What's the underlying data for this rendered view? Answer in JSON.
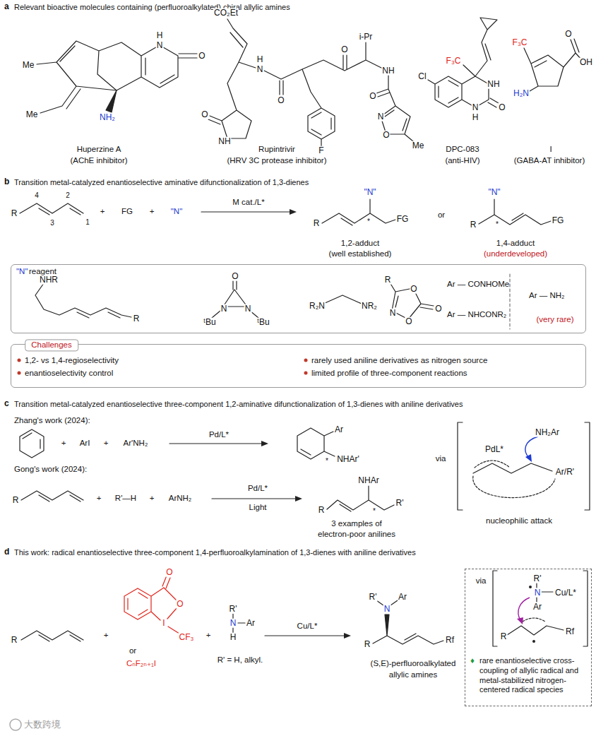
{
  "diagram": {
    "nodes": [
      {
        "text": [
          "\"N\"",
          "reagent",
          "NHR",
          "R",
          "O",
          "ᵗBu",
          "N",
          "N",
          "ᵗBu",
          "R₂N",
          "NR₂",
          "R",
          "O",
          "O",
          "N",
          "O",
          "Ar — CONHOMe",
          "Ar — NHCONR₂",
          "Ar — NH₂",
          "(very rare)"
        ]
      },
      {
        "text": [
          "Challenges",
          "1,2- vs 1,4-regioselectivity",
          "enantioselectivity control",
          "rarely used aniline derivatives as nitrogen source",
          "limited profile of three-component reactions"
        ]
      },
      {
        "text": [
          "via",
          "R'",
          "N",
          "Cu/L*",
          "Ar",
          "R",
          "Rf",
          "♦",
          "rare enantioselective cross-coupling of allylic radical and metal-stabilized nitrogen-centered radical species"
        ]
      }
    ],
    "labels": [
      "a",
      "Relevant bioactive molecules  containing (perfluoroalkylated) chiral allylic amines",
      "Me",
      "H",
      "N",
      "O",
      "Me",
      "NH₂",
      "Huperzine A",
      "(AChE inhibitor)",
      "CO₂Et",
      "H",
      "N",
      "O",
      "O",
      "i-Pr",
      "NH",
      "O",
      "N",
      "O",
      "Me",
      "O",
      "NH",
      "F",
      "Rupintrivir",
      "(HRV 3C protease inhibitor)",
      "F₃C",
      "Cl",
      "NH",
      "O",
      "N",
      "H",
      "DPC-083",
      "(anti-HIV)",
      "F₃C",
      "O",
      "OH",
      "H₂N",
      "I",
      "(GABA-AT inhibitor)",
      "b",
      "Transition metal-catalyzed enantioselective aminative difunctionalization of 1,3-dienes",
      "R",
      "4",
      "2",
      "3",
      "1",
      "+",
      "FG",
      "+",
      "\"N\"",
      "M cat./L*",
      "\"N\"",
      "*",
      "R",
      "FG",
      "1,2-adduct",
      "(well established)",
      "or",
      "\"N\"",
      "R",
      "*",
      "FG",
      "1,4-adduct",
      "(underdeveloped)",
      "c",
      "Transition metal-catalyzed enantioselective three-component 1,2-aminative difunctionalization of 1,3-dienes with aniline derivatives",
      "Zhang's work (2024):",
      "+",
      "ArI",
      "+",
      "Ar'NH₂",
      "Pd/L*",
      "Ar",
      "*",
      "NHAr'",
      "Gong's work (2024):",
      "R",
      "+",
      "R'—H",
      "+",
      "ArNH₂",
      "Pd/L*",
      "Light",
      "NHAr",
      "*",
      "R",
      "R'",
      "3 examples of",
      "electron-poor anilines",
      "via",
      "NH₂Ar",
      "PdL*",
      "Ar/R'",
      "nucleophilic attack",
      "d",
      "This work: radical enantioselective three-component 1,4-perfluoroalkylamination of 1,3-dienes with aniline derivatives",
      "R",
      "+",
      "O",
      "O",
      "I",
      "CF₃",
      "or",
      "CₙF₂ₙ₊₁I",
      "+",
      "R'",
      "N",
      "H",
      "Ar",
      "R' = H, alkyl.",
      "Cu/L*",
      "R'",
      "N",
      "Ar",
      "R",
      "Rf",
      "(S,E)-perfluoroalkylated",
      "allylic amines",
      "大数跨境"
    ]
  }
}
